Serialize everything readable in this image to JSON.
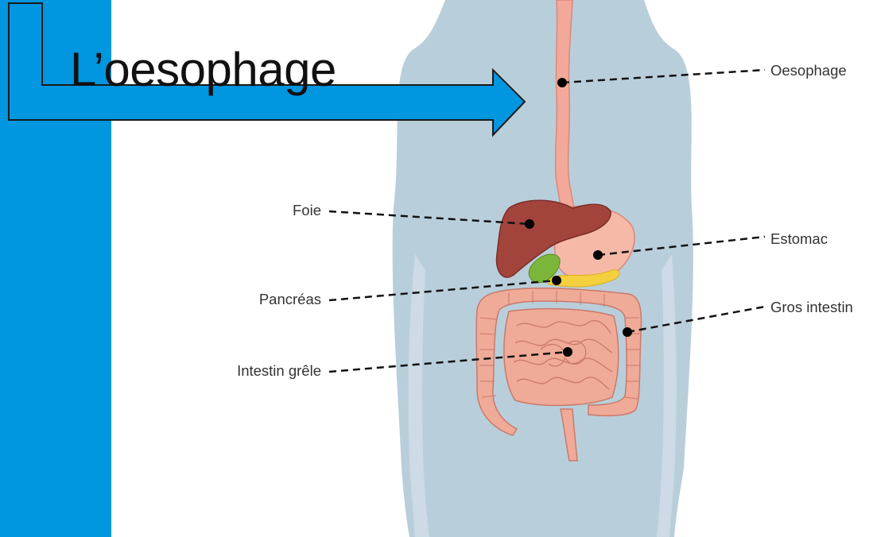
{
  "slide": {
    "title": "L’oesophage",
    "accent_color": "#0096e0"
  },
  "diagram": {
    "body_color": "#b9cedb",
    "labels": {
      "oesophage": "Oesophage",
      "foie": "Foie",
      "estomac": "Estomac",
      "pancreas": "Pancréas",
      "gros_intestin": "Gros intestin",
      "intestin_grele": "Intestin grêle"
    },
    "organ_colors": {
      "oesophagus": "#f3a99a",
      "liver": "#a3443c",
      "stomach": "#f6b9a8",
      "gallbladder": "#7bb53a",
      "pancreas": "#f4d03f",
      "intestine": "#f0aa98",
      "intestine_outline": "#c97a6a"
    }
  }
}
